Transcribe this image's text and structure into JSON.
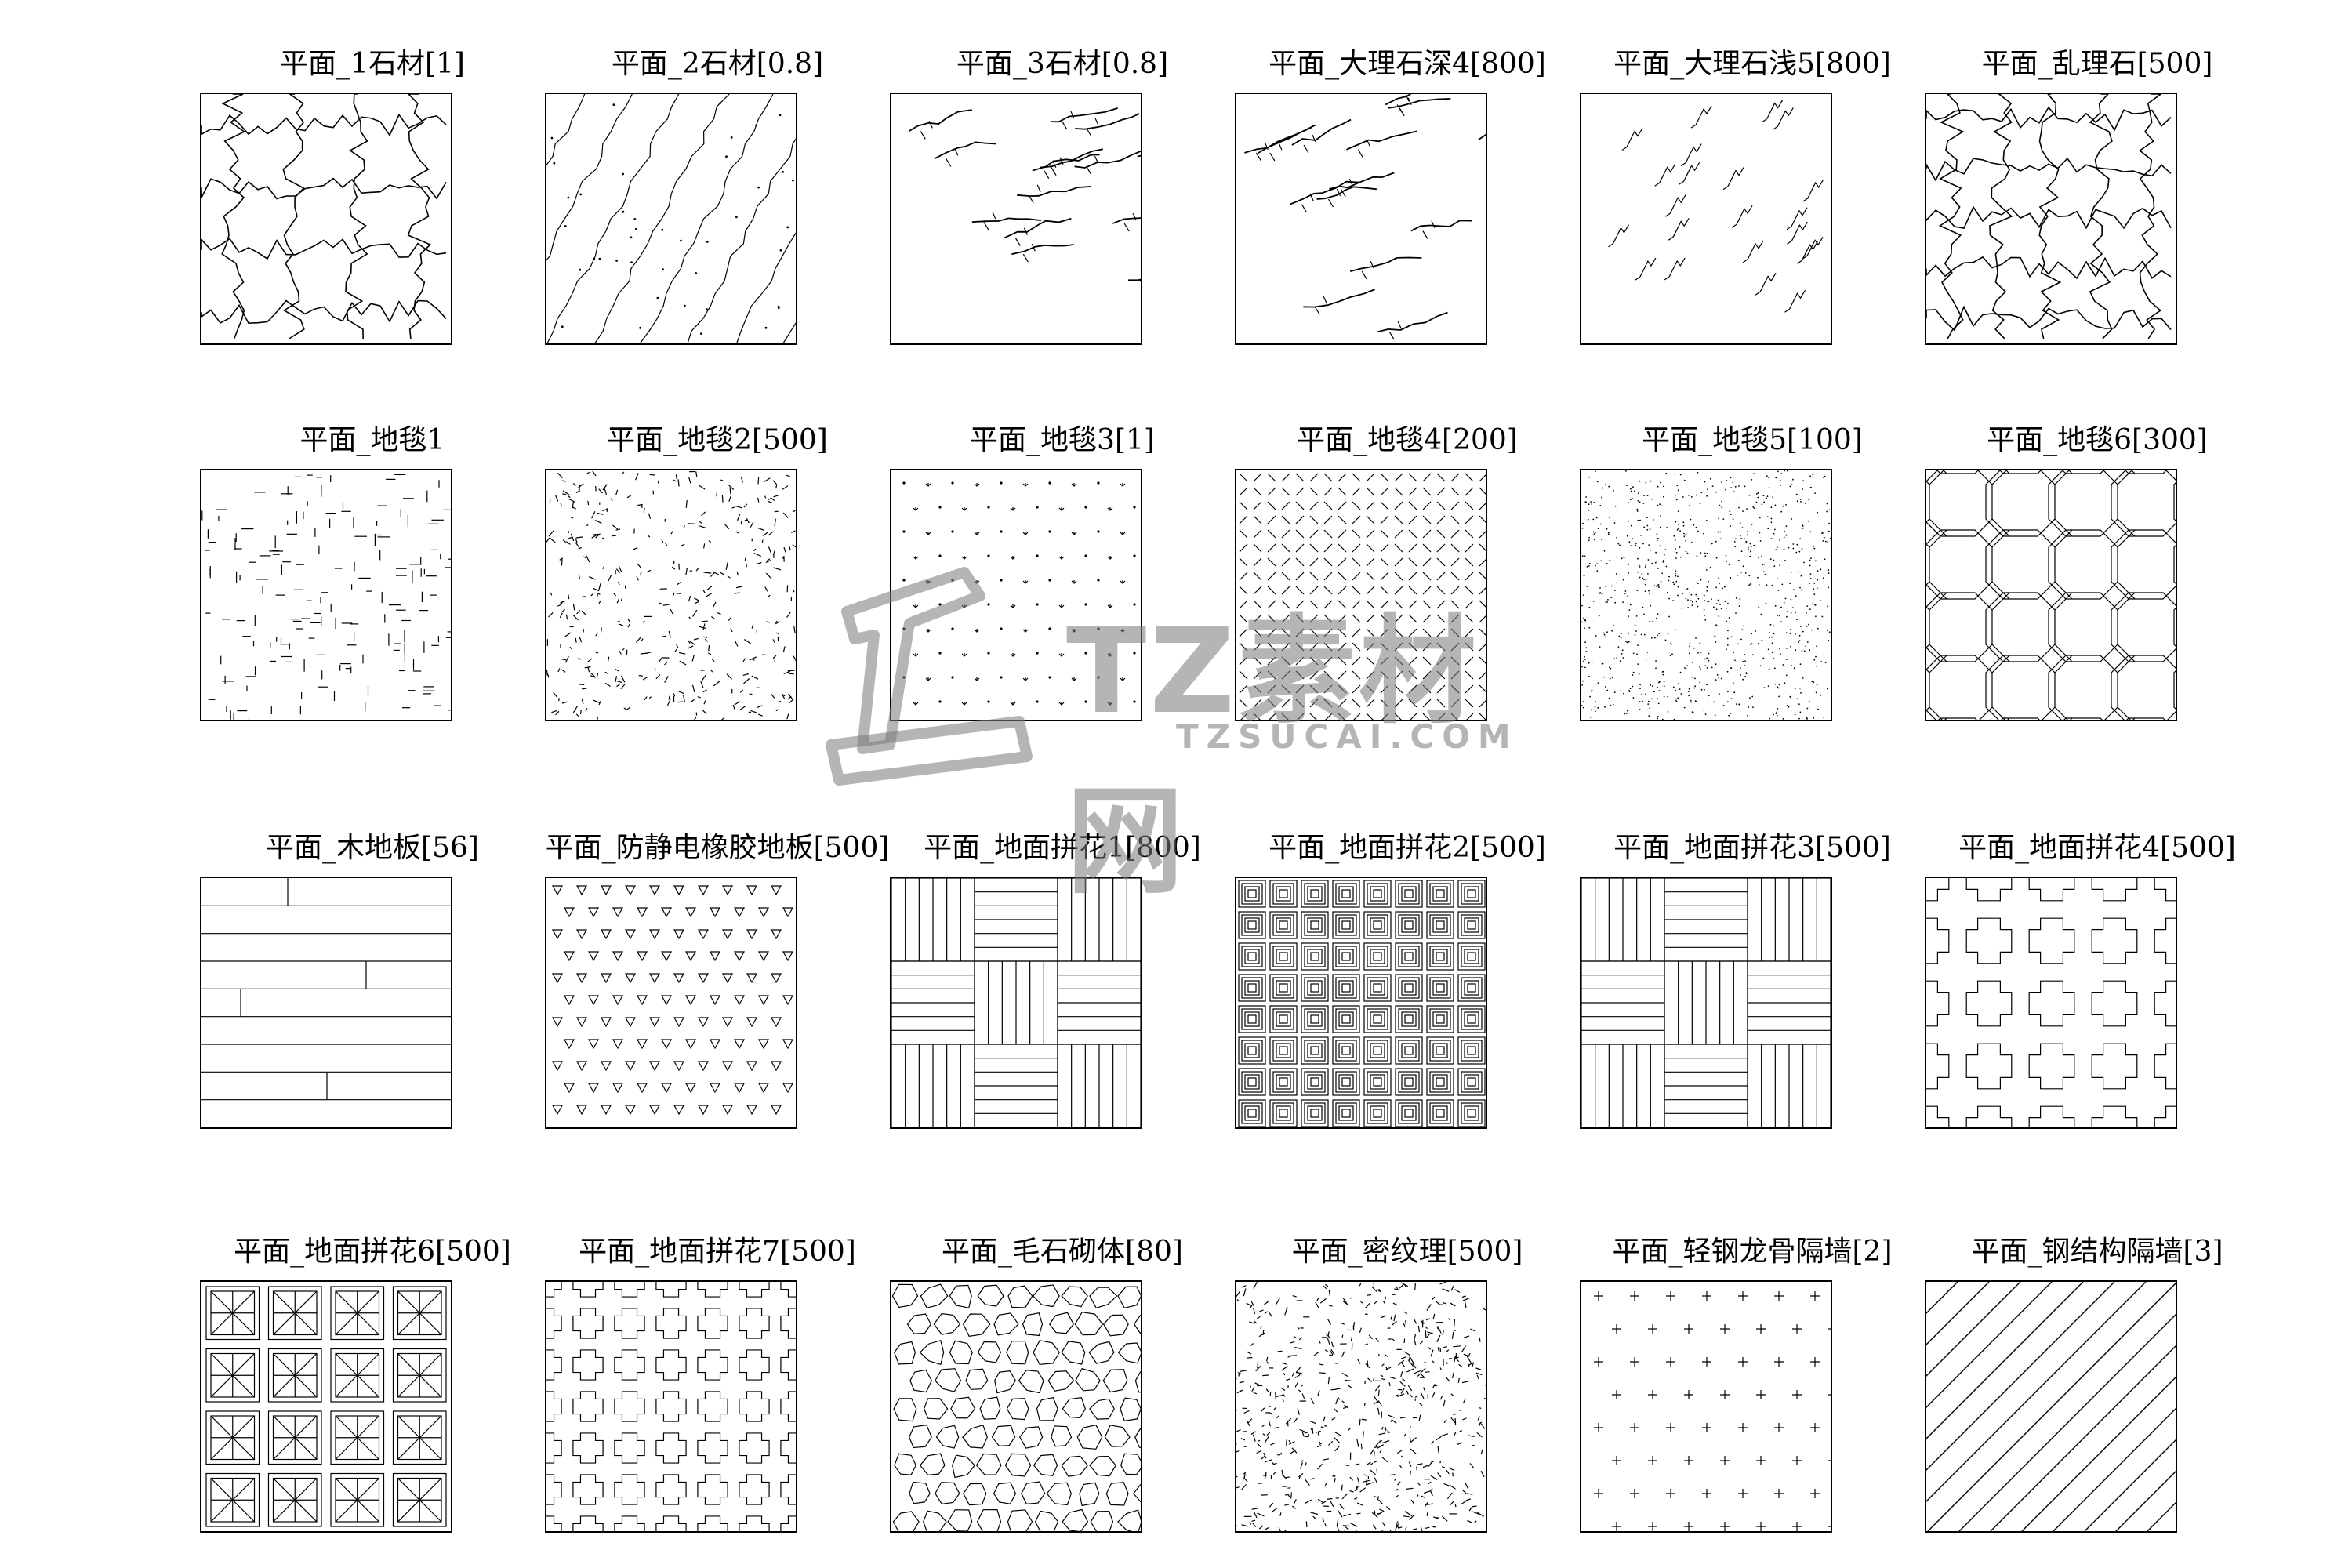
{
  "watermark": {
    "text": "TZ素材网",
    "url": "TZSUCAI.COM"
  },
  "swatches": [
    {
      "label": "平面_1石材[1]",
      "pattern": "stone-cracks-1"
    },
    {
      "label": "平面_2石材[0.8]",
      "pattern": "stone-diagonal-veins"
    },
    {
      "label": "平面_3石材[0.8]",
      "pattern": "stone-branch-veins"
    },
    {
      "label": "平面_大理石深4[800]",
      "pattern": "marble-dark"
    },
    {
      "label": "平面_大理石浅5[800]",
      "pattern": "marble-light"
    },
    {
      "label": "平面_乱理石[500]",
      "pattern": "random-stone"
    },
    {
      "label": "平面_地毯1",
      "pattern": "carpet-1"
    },
    {
      "label": "平面_地毯2[500]",
      "pattern": "carpet-2"
    },
    {
      "label": "平面_地毯3[1]",
      "pattern": "carpet-3"
    },
    {
      "label": "平面_地毯4[200]",
      "pattern": "carpet-4"
    },
    {
      "label": "平面_地毯5[100]",
      "pattern": "carpet-5"
    },
    {
      "label": "平面_地毯6[300]",
      "pattern": "carpet-6"
    },
    {
      "label": "平面_木地板[56]",
      "pattern": "wood-floor"
    },
    {
      "label": "平面_防静电橡胶地板[500]",
      "pattern": "antistatic-rubber"
    },
    {
      "label": "平面_地面拼花1[800]",
      "pattern": "parquet-1"
    },
    {
      "label": "平面_地面拼花2[500]",
      "pattern": "parquet-2"
    },
    {
      "label": "平面_地面拼花3[500]",
      "pattern": "parquet-3"
    },
    {
      "label": "平面_地面拼花4[500]",
      "pattern": "parquet-4"
    },
    {
      "label": "平面_地面拼花6[500]",
      "pattern": "parquet-6"
    },
    {
      "label": "平面_地面拼花7[500]",
      "pattern": "parquet-7"
    },
    {
      "label": "平面_毛石砌体[80]",
      "pattern": "rubble-masonry"
    },
    {
      "label": "平面_密纹理[500]",
      "pattern": "dense-texture"
    },
    {
      "label": "平面_轻钢龙骨隔墙[2]",
      "pattern": "light-steel-partition"
    },
    {
      "label": "平面_钢结构隔墙[3]",
      "pattern": "steel-structure-partition"
    }
  ]
}
